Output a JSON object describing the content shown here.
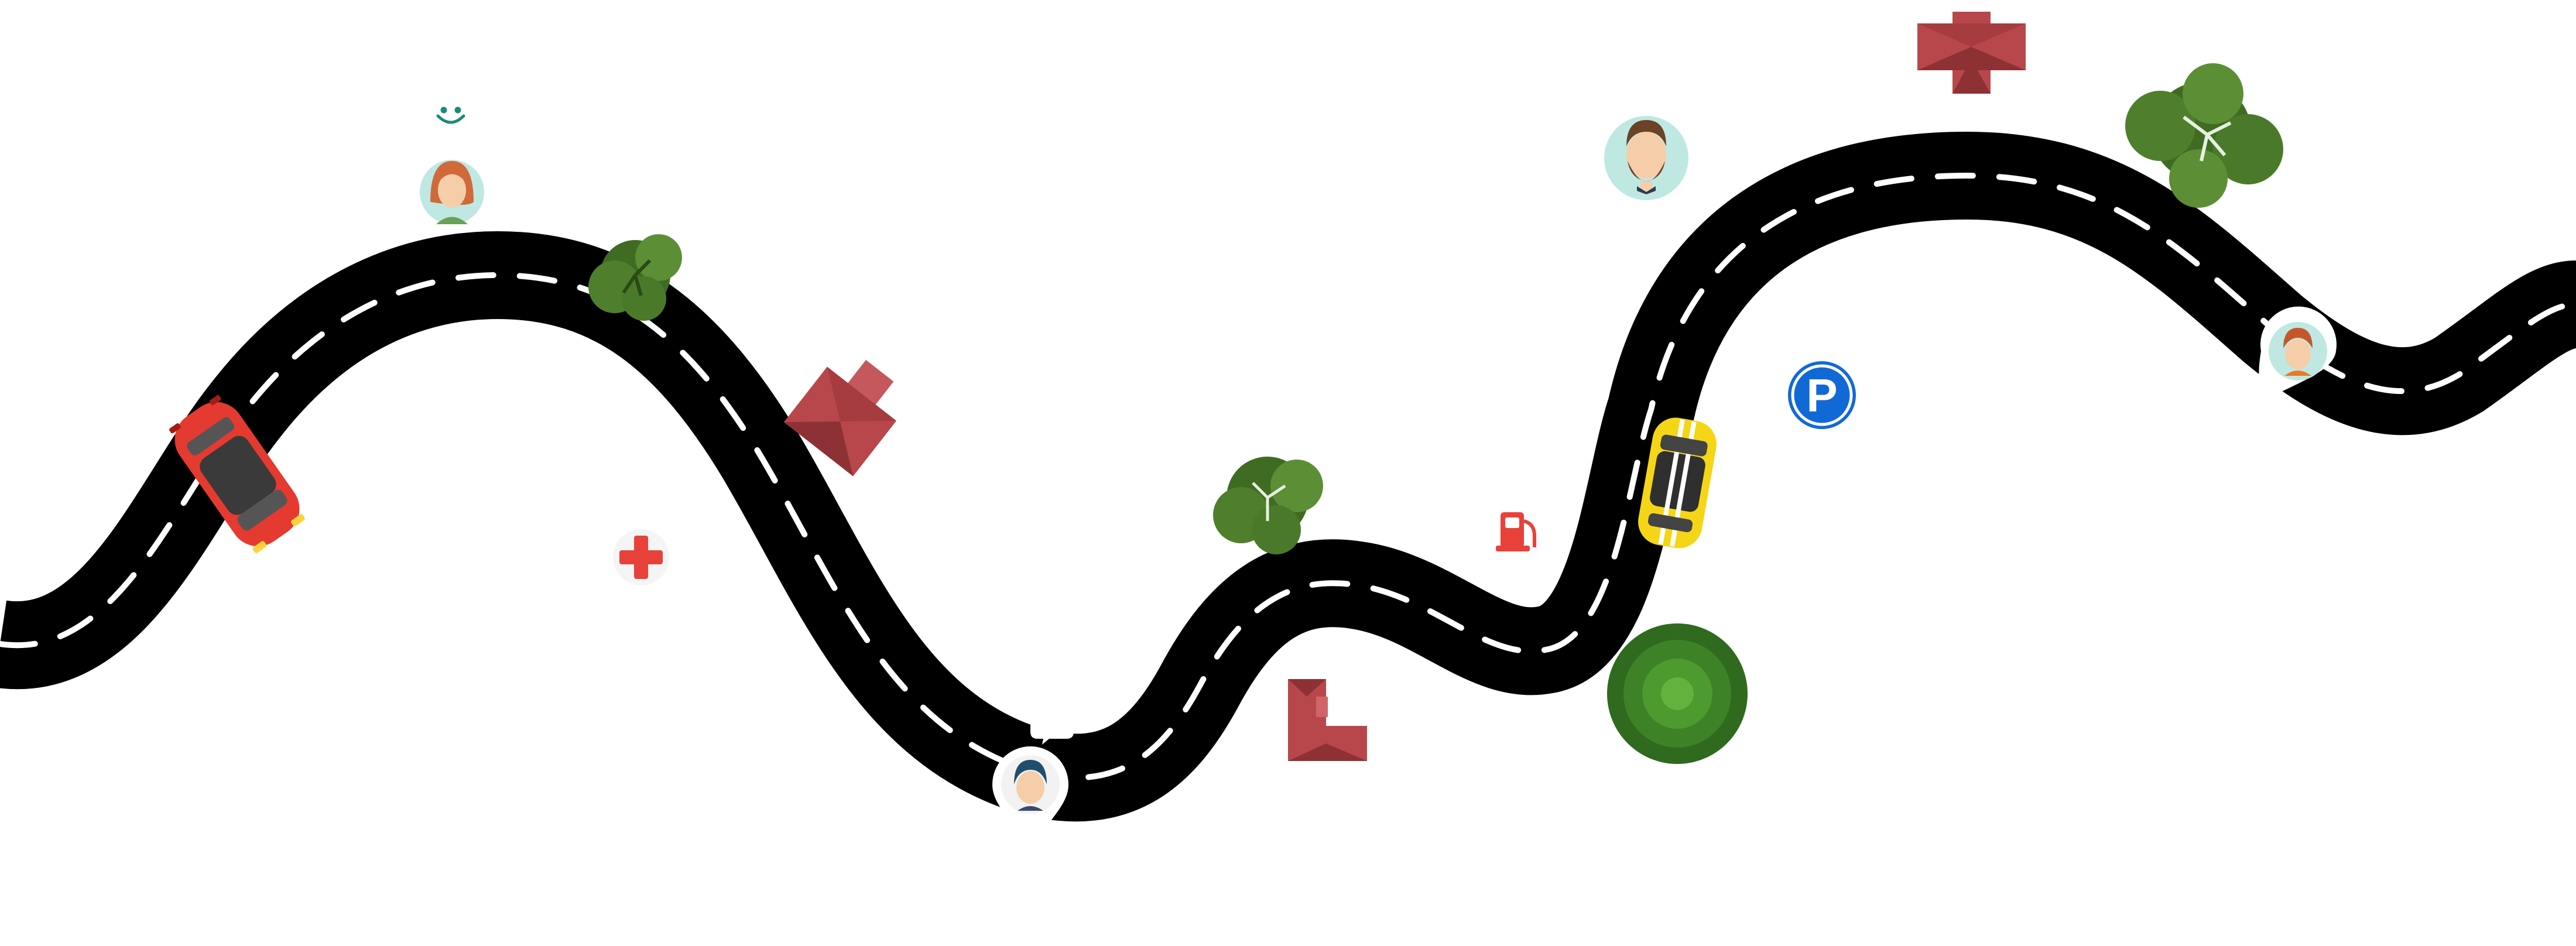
{
  "scene": {
    "background": "#ffffff",
    "road_color": "#000000",
    "lane_marking_color": "#ffffff"
  },
  "vehicles": [
    {
      "name": "red-car",
      "color": "#e53a2f",
      "icon": "car-icon"
    },
    {
      "name": "yellow-taxi",
      "color": "#f5d616",
      "icon": "taxi-icon"
    }
  ],
  "pins": [
    {
      "name": "pin-girl",
      "icon": "map-pin-icon"
    },
    {
      "name": "pin-boy",
      "icon": "map-pin-icon"
    }
  ],
  "avatars": [
    {
      "name": "avatar-woman",
      "bg": "#bfe8e3"
    },
    {
      "name": "avatar-bearded-man",
      "bg": "#bfe8e3"
    }
  ],
  "signs": {
    "parking_letter": "P",
    "parking_color": "#1169d6",
    "first_aid_color": "#e8413a",
    "fuel_color": "#e8413a"
  },
  "colors": {
    "tree_dark": "#3f6b22",
    "tree_light": "#5c8f35",
    "roof": "#b8474b",
    "roof_dark": "#8e3135"
  }
}
